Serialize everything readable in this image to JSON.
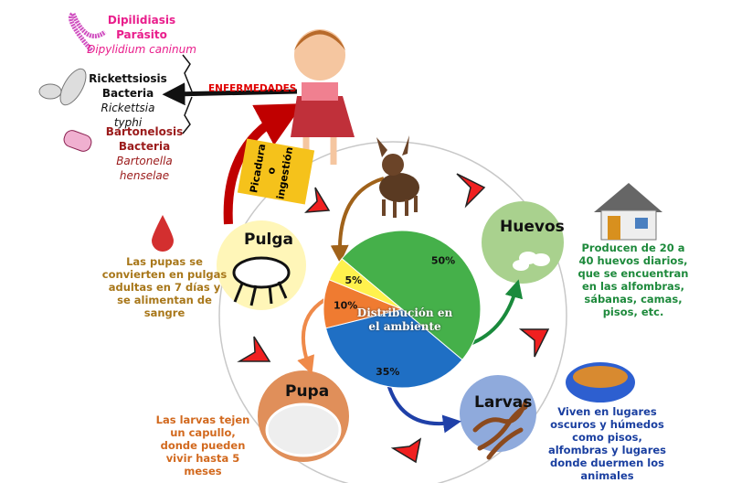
{
  "diseases": [
    {
      "name": "Dipilidiasis",
      "type": "Parásito",
      "agent": "Dipylidium caninum",
      "color": "#e91e8c"
    },
    {
      "name": "Rickettsiosis",
      "type": "Bacteria",
      "agent": "Rickettsia typhi",
      "color": "#111111"
    },
    {
      "name": "Bartonelosis",
      "type": "Bacteria",
      "agent": "Bartonella henselae",
      "color": "#9b1b1b"
    }
  ],
  "enfermedades_label": "ENFERMEDADES",
  "transmission_label": "Picadura o ingestión",
  "stages": {
    "huevos": {
      "title": "Huevos",
      "desc": "Producen de 20 a 40 huevos diarios, que se encuentran en las alfombras, sábanas, camas, pisos, etc.",
      "color": "#a9d18e",
      "text_color": "#1e8a3c"
    },
    "larvas": {
      "title": "Larvas",
      "desc": "Viven en lugares oscuros y húmedos como pisos, alfombras y lugares donde duermen los animales",
      "color": "#8faadc",
      "text_color": "#1a3fa0"
    },
    "pupa": {
      "title": "Pupa",
      "desc": "Las larvas tejen un capullo, donde pueden vivir hasta 5 meses",
      "color": "#e08f5a",
      "text_color": "#d2691e"
    },
    "pulga": {
      "title": "Pulga",
      "desc": "Las pupas se convierten en pulgas adultas en 7 días y se alimentan de sangre",
      "color": "#fff6b8",
      "text_color": "#a8771a"
    }
  },
  "chart_data": {
    "type": "pie",
    "title": "Distribución en el ambiente",
    "categories": [
      "Huevos",
      "Larvas",
      "Pupa",
      "Pulga"
    ],
    "values": [
      50,
      35,
      10,
      5
    ],
    "labels": [
      "50%",
      "35%",
      "10%",
      "5%"
    ],
    "colors": [
      "#45b04a",
      "#1f6fc4",
      "#ef7b31",
      "#fff14d"
    ]
  }
}
